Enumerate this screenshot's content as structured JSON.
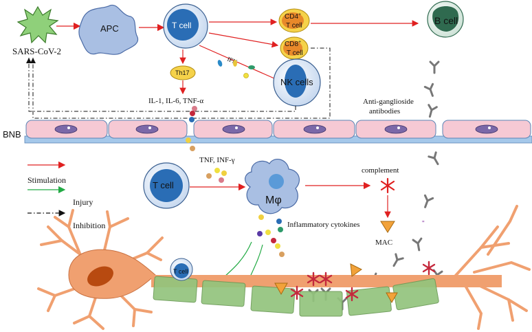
{
  "labels": {
    "sars": "SARS-CoV-2",
    "apc": "APC",
    "t_cell_top": "T cell",
    "cd4_top": "CD4",
    "cd4_sup": "+",
    "cd4_bottom": "T cell",
    "cd8_top": "CD8",
    "cd8_sup": "+",
    "cd8_bottom": "T cell",
    "b_cell": "B cell",
    "th17": "Th17",
    "ifn": "IFN",
    "nk_cells": "NK cells",
    "il_cytokines": "IL-1, IL-6, TNF-α",
    "anti_ganglioside_1": "Anti-ganglioside",
    "anti_ganglioside_2": "antibodies",
    "bnb": "BNB",
    "tnf_inf": "TNF, INF-γ",
    "t_cell_mid": "T cell",
    "macrophage": "Mφ",
    "complement": "complement",
    "inflammatory": "Inflammatory cytokines",
    "mac": "MAC",
    "t_cell_small": "T cell",
    "quote_mark": "\""
  },
  "legend": {
    "stimulation": "Stimulation",
    "injury": "Injury",
    "inhibition": "Inhibition"
  },
  "colors": {
    "stimulation": "#e02020",
    "injury": "#22aa44",
    "inhibition": "#111111",
    "tcell_fill": "#2a6db5",
    "macrophage": "#a9bfe3",
    "neuron": "#f0a070",
    "myelin": "#93c47d",
    "bnb_cell": "#f6c9d4",
    "virus": "#8fd07a"
  }
}
